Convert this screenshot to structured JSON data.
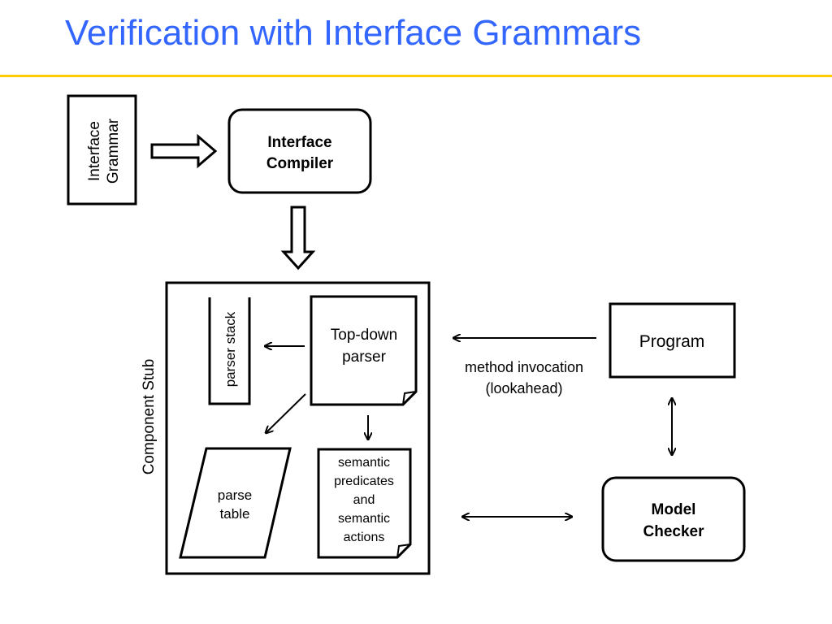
{
  "title": "Verification with Interface Grammars",
  "nodes": {
    "interface_grammar": [
      "Interface",
      "Grammar"
    ],
    "interface_compiler": [
      "Interface",
      "Compiler"
    ],
    "component_stub": "Component Stub",
    "parser_stack": "parser stack",
    "top_down_parser": [
      "Top-down",
      "parser"
    ],
    "parse_table": [
      "parse",
      "table"
    ],
    "semantic_predicates": [
      "semantic",
      "predicates",
      "and",
      "semantic",
      "actions"
    ],
    "program": "Program",
    "model_checker": [
      "Model",
      "Checker"
    ]
  },
  "edges": {
    "method_invocation": [
      "method invocation",
      "(lookahead)"
    ]
  }
}
